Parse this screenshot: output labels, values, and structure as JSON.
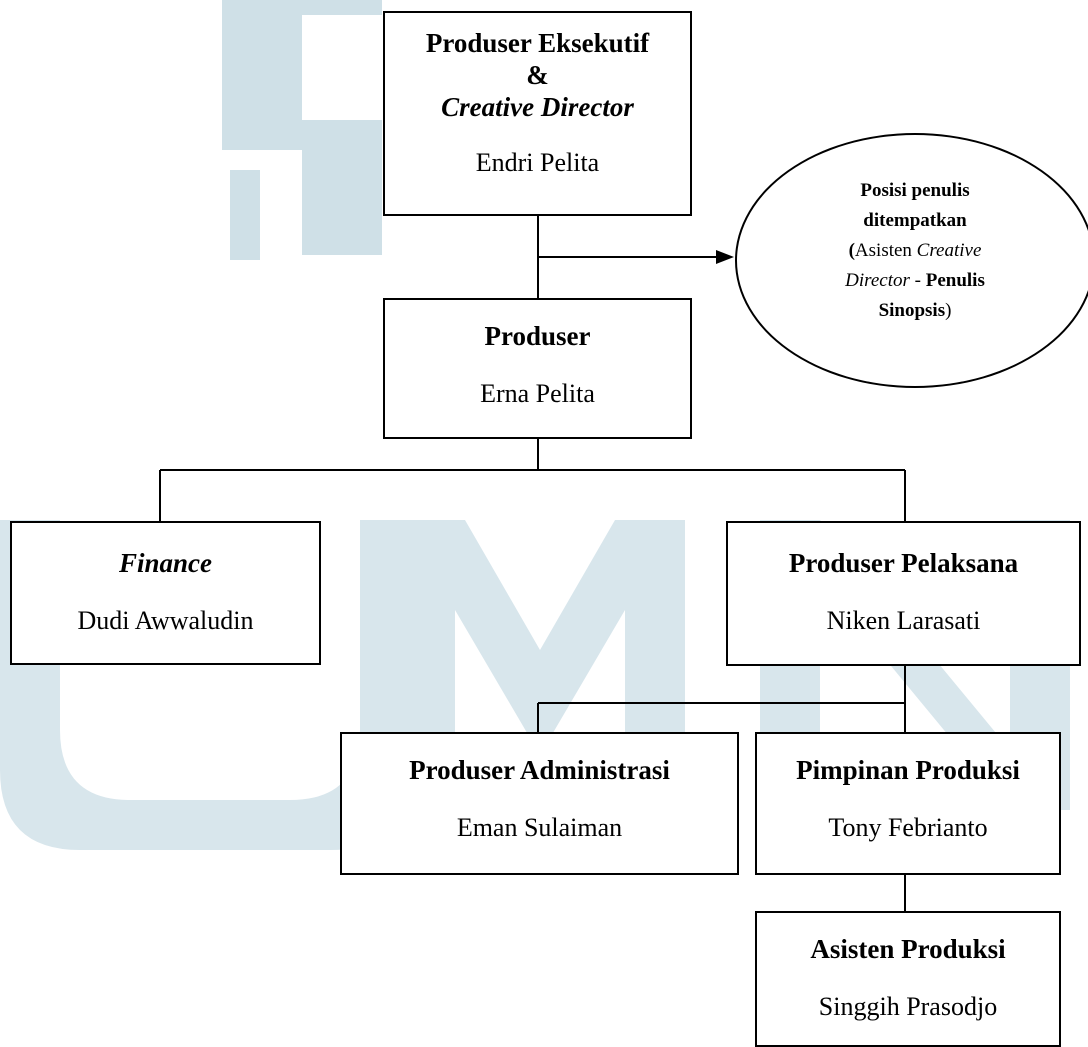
{
  "nodes": {
    "exec": {
      "role_line1": "Produser Eksekutif",
      "role_line2": "&",
      "role_line3": "Creative Director",
      "name": "Endri Pelita"
    },
    "producer": {
      "role": "Produser",
      "name": "Erna Pelita"
    },
    "finance": {
      "role": "Finance",
      "name": "Dudi Awwaludin"
    },
    "line_producer": {
      "role": "Produser Pelaksana",
      "name": "Niken Larasati"
    },
    "admin_producer": {
      "role": "Produser Administrasi",
      "name": "Eman Sulaiman"
    },
    "production_manager": {
      "role": "Pimpinan Produksi",
      "name": "Tony Febrianto"
    },
    "production_assistant": {
      "role": "Asisten Produksi",
      "name": "Singgih Prasodjo"
    }
  },
  "note": {
    "line1": "Posisi penulis",
    "line2": "ditempatkan",
    "line3_open": "(",
    "line3_a": "Asisten ",
    "line3_b": "Creative",
    "line4_a": "Director",
    "line4_b": " - ",
    "line4_c": "Penulis",
    "line5": "Sinopsis",
    "line5_close": ")"
  },
  "colors": {
    "watermark": "#c9dde6",
    "stroke": "#000000"
  }
}
